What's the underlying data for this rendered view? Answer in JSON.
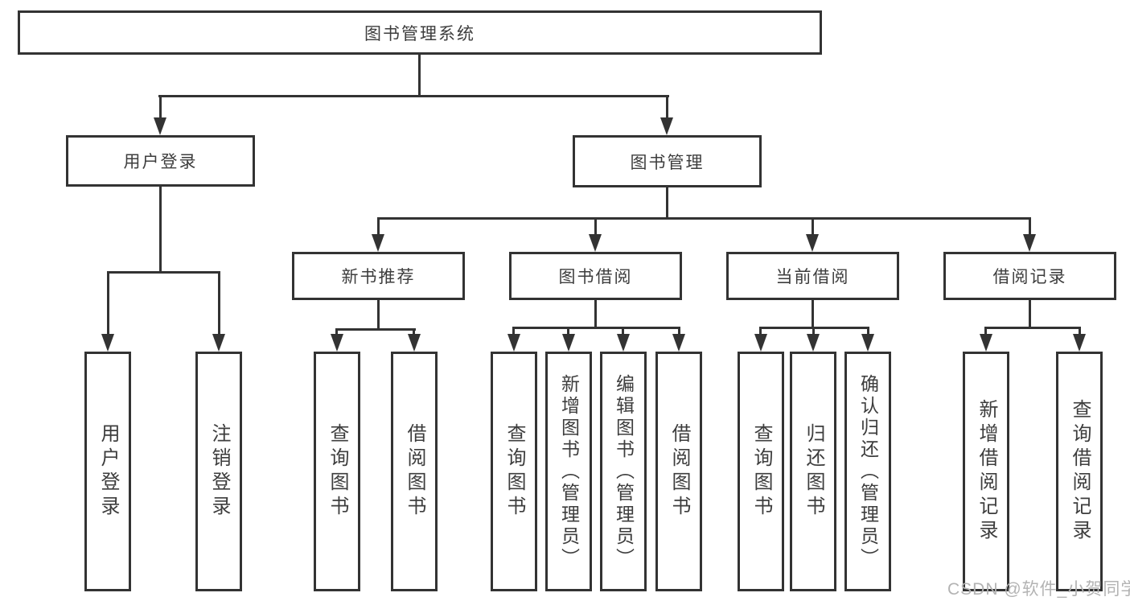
{
  "diagram": {
    "root": {
      "label": "图书管理系统"
    },
    "branches": [
      {
        "label": "用户登录",
        "children": [
          {
            "label": "用户登录"
          },
          {
            "label": "注销登录"
          }
        ]
      },
      {
        "label": "图书管理",
        "children": [
          {
            "label": "新书推荐",
            "children": [
              {
                "label": "查询图书"
              },
              {
                "label": "借阅图书"
              }
            ]
          },
          {
            "label": "图书借阅",
            "children": [
              {
                "label": "查询图书"
              },
              {
                "label": "新增图书（管理员）"
              },
              {
                "label": "编辑图书（管理员）"
              },
              {
                "label": "借阅图书"
              }
            ]
          },
          {
            "label": "当前借阅",
            "children": [
              {
                "label": "查询图书"
              },
              {
                "label": "归还图书"
              },
              {
                "label": "确认归还（管理员）"
              }
            ]
          },
          {
            "label": "借阅记录",
            "children": [
              {
                "label": "新增借阅记录"
              },
              {
                "label": "查询借阅记录"
              }
            ]
          }
        ]
      }
    ]
  },
  "watermark": {
    "text": "CSDN @软件_小贺同学"
  },
  "colors": {
    "line": "#333333",
    "text": "#3d3d3d",
    "watermark": "#b3b3b3",
    "background": "#ffffff"
  }
}
